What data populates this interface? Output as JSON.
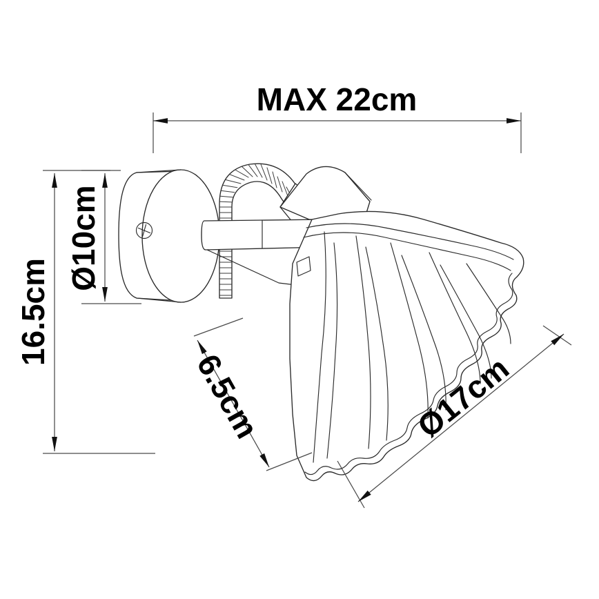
{
  "drawing": {
    "title": "Wall lamp dimension drawing",
    "background_color": "#ffffff",
    "line_color": "#2a2a2a",
    "dimension_line_color": "#4a4a4a",
    "text_color": "#000000",
    "units": "cm"
  },
  "dimensions": {
    "width_max": {
      "label": "MAX 22cm",
      "value": 22,
      "unit": "cm",
      "prefix": "MAX",
      "orientation": "horizontal",
      "position": "top",
      "rotation_deg": 0
    },
    "height_total": {
      "label": "16.5cm",
      "value": 16.5,
      "unit": "cm",
      "prefix": "",
      "orientation": "vertical",
      "position": "left-outer",
      "rotation_deg": -90
    },
    "backplate_diameter": {
      "label": "Ø10cm",
      "value": 10,
      "unit": "cm",
      "prefix": "Ø",
      "orientation": "vertical",
      "position": "left-inner",
      "rotation_deg": -90
    },
    "shade_depth": {
      "label": "6.5cm",
      "value": 6.5,
      "unit": "cm",
      "prefix": "",
      "orientation": "diagonal",
      "position": "lower-left",
      "rotation_deg": 70
    },
    "shade_diameter": {
      "label": "Ø17cm",
      "value": 17,
      "unit": "cm",
      "prefix": "Ø",
      "orientation": "diagonal",
      "position": "lower-right",
      "rotation_deg": -36
    }
  },
  "product_parts": [
    {
      "name": "wall-backplate",
      "description": "cylindrical wall mounting disc"
    },
    {
      "name": "mounting-screw",
      "description": "phillips cross-head screw on backplate rim"
    },
    {
      "name": "flexible-conduit",
      "description": "ribbed flexible gooseneck tube"
    },
    {
      "name": "support-arm",
      "description": "straight horizontal arm bar"
    },
    {
      "name": "hex-bolt-joint",
      "description": "hex socket pivot bolt"
    },
    {
      "name": "lamp-shade",
      "description": "fluted scalloped conical shade"
    }
  ]
}
